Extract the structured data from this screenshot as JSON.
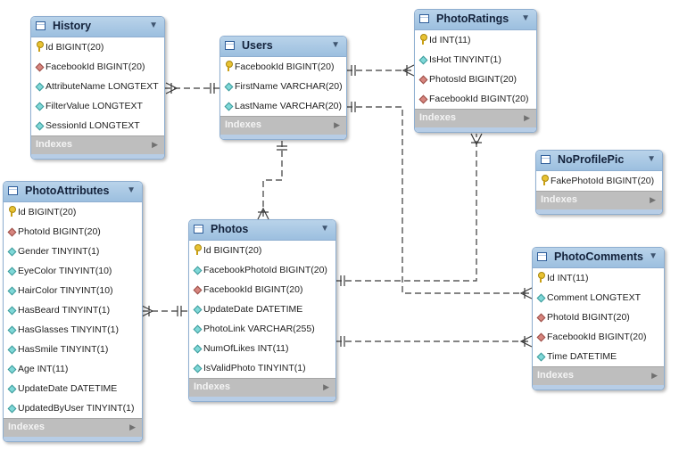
{
  "tables": {
    "history": {
      "name": "History",
      "columns": [
        {
          "kind": "pk",
          "text": "Id BIGINT(20)"
        },
        {
          "kind": "fk",
          "text": "FacebookId BIGINT(20)"
        },
        {
          "kind": "attr",
          "text": "AttributeName LONGTEXT"
        },
        {
          "kind": "attr",
          "text": "FilterValue LONGTEXT"
        },
        {
          "kind": "attr",
          "text": "SessionId LONGTEXT"
        }
      ],
      "indexes": "Indexes"
    },
    "users": {
      "name": "Users",
      "columns": [
        {
          "kind": "pk",
          "text": "FacebookId BIGINT(20)"
        },
        {
          "kind": "attr",
          "text": "FirstName VARCHAR(20)"
        },
        {
          "kind": "attr",
          "text": "LastName VARCHAR(20)"
        }
      ],
      "indexes": "Indexes"
    },
    "photoratings": {
      "name": "PhotoRatings",
      "columns": [
        {
          "kind": "pk",
          "text": "Id INT(11)"
        },
        {
          "kind": "attr",
          "text": "IsHot TINYINT(1)"
        },
        {
          "kind": "fk",
          "text": "PhotosId BIGINT(20)"
        },
        {
          "kind": "fk",
          "text": "FacebookId BIGINT(20)"
        }
      ],
      "indexes": "Indexes"
    },
    "noprofilepic": {
      "name": "NoProfilePic",
      "columns": [
        {
          "kind": "pk",
          "text": "FakePhotoId BIGINT(20)"
        }
      ],
      "indexes": "Indexes"
    },
    "photoattributes": {
      "name": "PhotoAttributes",
      "columns": [
        {
          "kind": "pk",
          "text": "Id BIGINT(20)"
        },
        {
          "kind": "fk",
          "text": "PhotoId BIGINT(20)"
        },
        {
          "kind": "attr",
          "text": "Gender TINYINT(1)"
        },
        {
          "kind": "attr",
          "text": "EyeColor TINYINT(10)"
        },
        {
          "kind": "attr",
          "text": "HairColor TINYINT(10)"
        },
        {
          "kind": "attr",
          "text": "HasBeard TINYINT(1)"
        },
        {
          "kind": "attr",
          "text": "HasGlasses TINYINT(1)"
        },
        {
          "kind": "attr",
          "text": "HasSmile TINYINT(1)"
        },
        {
          "kind": "attr",
          "text": "Age INT(11)"
        },
        {
          "kind": "attr",
          "text": "UpdateDate DATETIME"
        },
        {
          "kind": "attr",
          "text": "UpdatedByUser TINYINT(1)"
        }
      ],
      "indexes": "Indexes"
    },
    "photos": {
      "name": "Photos",
      "columns": [
        {
          "kind": "pk",
          "text": "Id BIGINT(20)"
        },
        {
          "kind": "attr",
          "text": "FacebookPhotoId BIGINT(20)"
        },
        {
          "kind": "fk",
          "text": "FacebookId BIGINT(20)"
        },
        {
          "kind": "attr",
          "text": "UpdateDate DATETIME"
        },
        {
          "kind": "attr",
          "text": "PhotoLink VARCHAR(255)"
        },
        {
          "kind": "attr",
          "text": "NumOfLikes INT(11)"
        },
        {
          "kind": "attr",
          "text": "IsValidPhoto TINYINT(1)"
        }
      ],
      "indexes": "Indexes"
    },
    "photocomments": {
      "name": "PhotoComments",
      "columns": [
        {
          "kind": "pk",
          "text": "Id INT(11)"
        },
        {
          "kind": "attr",
          "text": "Comment LONGTEXT"
        },
        {
          "kind": "fk",
          "text": "PhotoId BIGINT(20)"
        },
        {
          "kind": "fk",
          "text": "FacebookId BIGINT(20)"
        },
        {
          "kind": "attr",
          "text": "Time DATETIME"
        }
      ],
      "indexes": "Indexes"
    }
  },
  "relationships": [
    {
      "from": "users",
      "to": "history"
    },
    {
      "from": "users",
      "to": "photoratings"
    },
    {
      "from": "users",
      "to": "photos"
    },
    {
      "from": "photos",
      "to": "photoratings"
    },
    {
      "from": "photos",
      "to": "photoattributes"
    },
    {
      "from": "photos",
      "to": "photocomments"
    },
    {
      "from": "users",
      "to": "photocomments"
    }
  ],
  "colors": {
    "header": "#9cbfdf",
    "border": "#8eaed0",
    "indexes_bar": "#bebebe",
    "line": "#3a3a3a"
  }
}
